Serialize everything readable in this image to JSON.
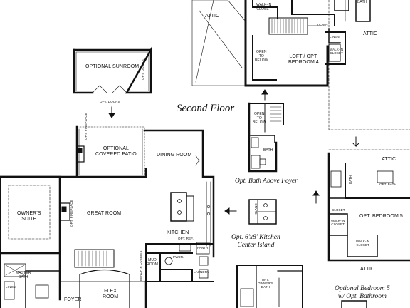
{
  "headings": {
    "second_floor": "Second Floor",
    "opt_bath_above_foyer": "Opt. Bath Above Foyer",
    "opt_island_line1": "Opt. 6'x8' Kitchen",
    "opt_island_line2": "Center Island",
    "opt_bed5_line1": "Optional Bedroom 5",
    "opt_bed5_line2": "w/ Opt. Bathroom"
  },
  "rooms": {
    "attic_left": "ATTIC",
    "attic_right": "ATTIC",
    "attic_small": "ATTIC",
    "attic_bottom": "ATTIC",
    "walk_in_closet_top_1": "WALK-IN",
    "walk_in_closet_top_2": "CLOSET",
    "down": "DOWN",
    "bath_top": "BATH",
    "open_to_below_1": "OPEN",
    "open_to_below_2": "TO",
    "open_to_below_3": "BELOW",
    "loft_1": "LOFT / OPT.",
    "loft_2": "BEDROOM 4",
    "linen_top": "LINEN",
    "walk_in_closet_right_1": "WALK-IN",
    "walk_in_closet_right_2": "CLOSET",
    "optional_sunroom": "OPTIONAL SUNROOM",
    "opt_doors_bottom": "OPT. DOORS",
    "opt_doors_side": "OPT. DOORS",
    "otb_small_1": "OPEN",
    "otb_small_2": "TO",
    "otb_small_3": "BELOW",
    "bath_small": "BATH",
    "patio_1": "OPTIONAL",
    "patio_2": "COVERED PATIO",
    "fireplace_1": "OPT. FIREPLACE",
    "dining_room": "DINING ROOM",
    "owners_suite_1": "OWNER'S",
    "owners_suite_2": "SUITE",
    "fireplace_2": "OPT. FIREPLACE",
    "great_room": "GREAT ROOM",
    "kitchen": "KITCHEN",
    "pantry": "PANTRY",
    "opt_ref": "OPT. REF.",
    "island": "ISLAND",
    "mud_room_1": "MUD",
    "mud_room_2": "ROOM",
    "pwdr": "PWDR.",
    "laundry": "LAUNDRY",
    "bench": "BENCH & CUBBIES",
    "master_bath_1": "MASTER",
    "master_bath_2": "BATH",
    "linen_bottom": "LINEN",
    "foyer": "FOYER",
    "flex_1": "FLEX",
    "flex_2": "ROOM",
    "bath_bed5": "BATH",
    "opt_bath": "OPT. BATH",
    "closet_bed5": "CLOSET",
    "opt_bedroom5": "OPT. BEDROOM 5",
    "walk_in_closet_bed5_1": "WALK-IN",
    "walk_in_closet_bed5_2": "CLOSET",
    "walk_in_closet_bed5b_1": "WALK-IN",
    "walk_in_closet_bed5b_2": "CLOSET",
    "opt_owners_bath_1": "OPT.",
    "opt_owners_bath_2": "OWNER'S",
    "opt_owners_bath_3": "BATH"
  }
}
